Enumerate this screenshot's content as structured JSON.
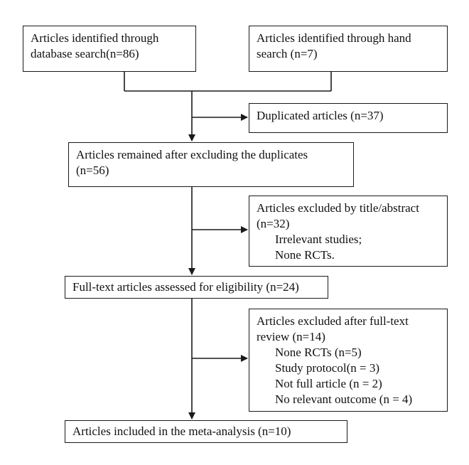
{
  "boxes": {
    "db_search": {
      "lines": [
        "Articles identified through",
        "database search(n=86)"
      ]
    },
    "hand_search": {
      "lines": [
        "Articles identified through hand",
        "search (n=7)"
      ]
    },
    "duplicates": {
      "lines": [
        "Duplicated articles (n=37)"
      ]
    },
    "remained": {
      "lines": [
        "Articles remained after excluding the duplicates",
        "(n=56)"
      ]
    },
    "excluded_title": {
      "lines": [
        "Articles excluded by title/abstract",
        "(n=32)"
      ],
      "reasons": [
        "Irrelevant studies;",
        "None RCTs."
      ]
    },
    "fulltext": {
      "lines": [
        "Full-text articles assessed for eligibility (n=24)"
      ]
    },
    "excluded_fulltext": {
      "lines": [
        "Articles excluded after full-text",
        "review (n=14)"
      ],
      "reasons": [
        "None RCTs (n=5)",
        "Study protocol(n = 3)",
        "Not full article (n = 2)",
        "No relevant outcome (n = 4)"
      ]
    },
    "included": {
      "lines": [
        "Articles included in the meta-analysis (n=10)"
      ]
    }
  }
}
